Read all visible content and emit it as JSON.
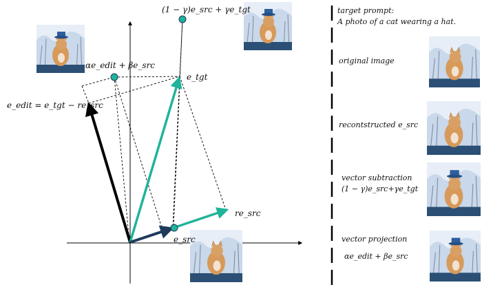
{
  "diagram": {
    "labels": {
      "top_vector": "(1 − γ)e_src + γe_tgt",
      "top_vector_head": "(1 − γ)",
      "top_vector_tail": "e",
      "alpha_label": "αe_edit + βe_src",
      "e_tgt": "e_tgt",
      "e_edit_eq": "e_edit = e_tgt − re_src",
      "re_src": "re_src",
      "e_src": "e_src"
    }
  },
  "sidebar": {
    "rows": [
      {
        "line1": "target prompt:",
        "line2": "A photo of a cat wearing a hat."
      },
      {
        "line1": "original image",
        "line2": ""
      },
      {
        "line1": "recontstructed e_src",
        "line2": ""
      },
      {
        "line1": "vector subtraction",
        "line2": "(1 − γ)e_src+γe_tgt"
      },
      {
        "line1": "vector projection",
        "line2": "αe_edit + βe_src"
      }
    ]
  },
  "colors": {
    "teal": "#1fb39a",
    "navy": "#1f3b5c",
    "black": "#000000",
    "sky": "#b9cde3",
    "cat": "#d79a5a",
    "hat": "#2d5f9e"
  }
}
